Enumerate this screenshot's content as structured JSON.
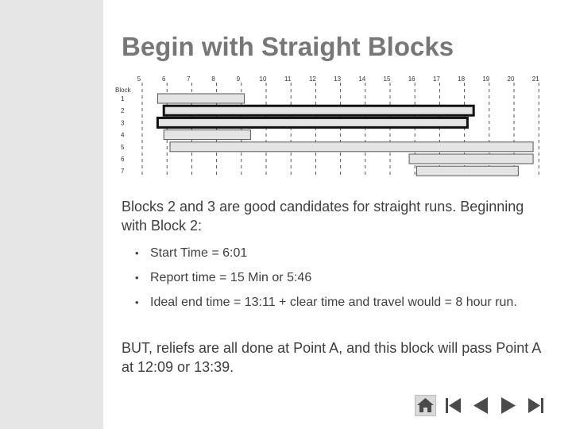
{
  "slide": {
    "title": "Begin with Straight Blocks",
    "intro": "Blocks 2 and 3 are good candidates for straight runs. Beginning with Block 2:",
    "bullets": [
      "Start Time = 6:01",
      "Report time = 15 Min or 5:46",
      "Ideal end time = 13:11 + clear time and travel would = 8 hour run."
    ],
    "bullet_marker": "•",
    "outro": "BUT, reliefs are all done at Point A, and this block will pass Point A at 12:09 or 13:39."
  },
  "chart_data": {
    "type": "gantt",
    "ylabel": "Block",
    "hours": [
      5,
      6,
      7,
      8,
      9,
      10,
      11,
      12,
      13,
      14,
      15,
      16,
      17,
      18,
      19,
      20,
      21
    ],
    "blocks": [
      {
        "label": "1",
        "start": 5.75,
        "end": 9.25,
        "highlight": false
      },
      {
        "label": "2",
        "start": 6.0,
        "end": 18.5,
        "highlight": true
      },
      {
        "label": "3",
        "start": 5.75,
        "end": 18.25,
        "highlight": true
      },
      {
        "label": "4",
        "start": 6.0,
        "end": 9.5,
        "highlight": false
      },
      {
        "label": "5",
        "start": 6.25,
        "end": 20.9,
        "highlight": false
      },
      {
        "label": "6",
        "start": 15.9,
        "end": 20.9,
        "highlight": false
      },
      {
        "label": "7",
        "start": 16.2,
        "end": 20.3,
        "highlight": false
      }
    ]
  },
  "nav": [
    {
      "name": "home-button",
      "icon": "home-icon"
    },
    {
      "name": "first-slide-button",
      "icon": "first-icon"
    },
    {
      "name": "previous-slide-button",
      "icon": "previous-icon"
    },
    {
      "name": "next-slide-button",
      "icon": "next-icon"
    },
    {
      "name": "last-slide-button",
      "icon": "last-icon"
    }
  ]
}
